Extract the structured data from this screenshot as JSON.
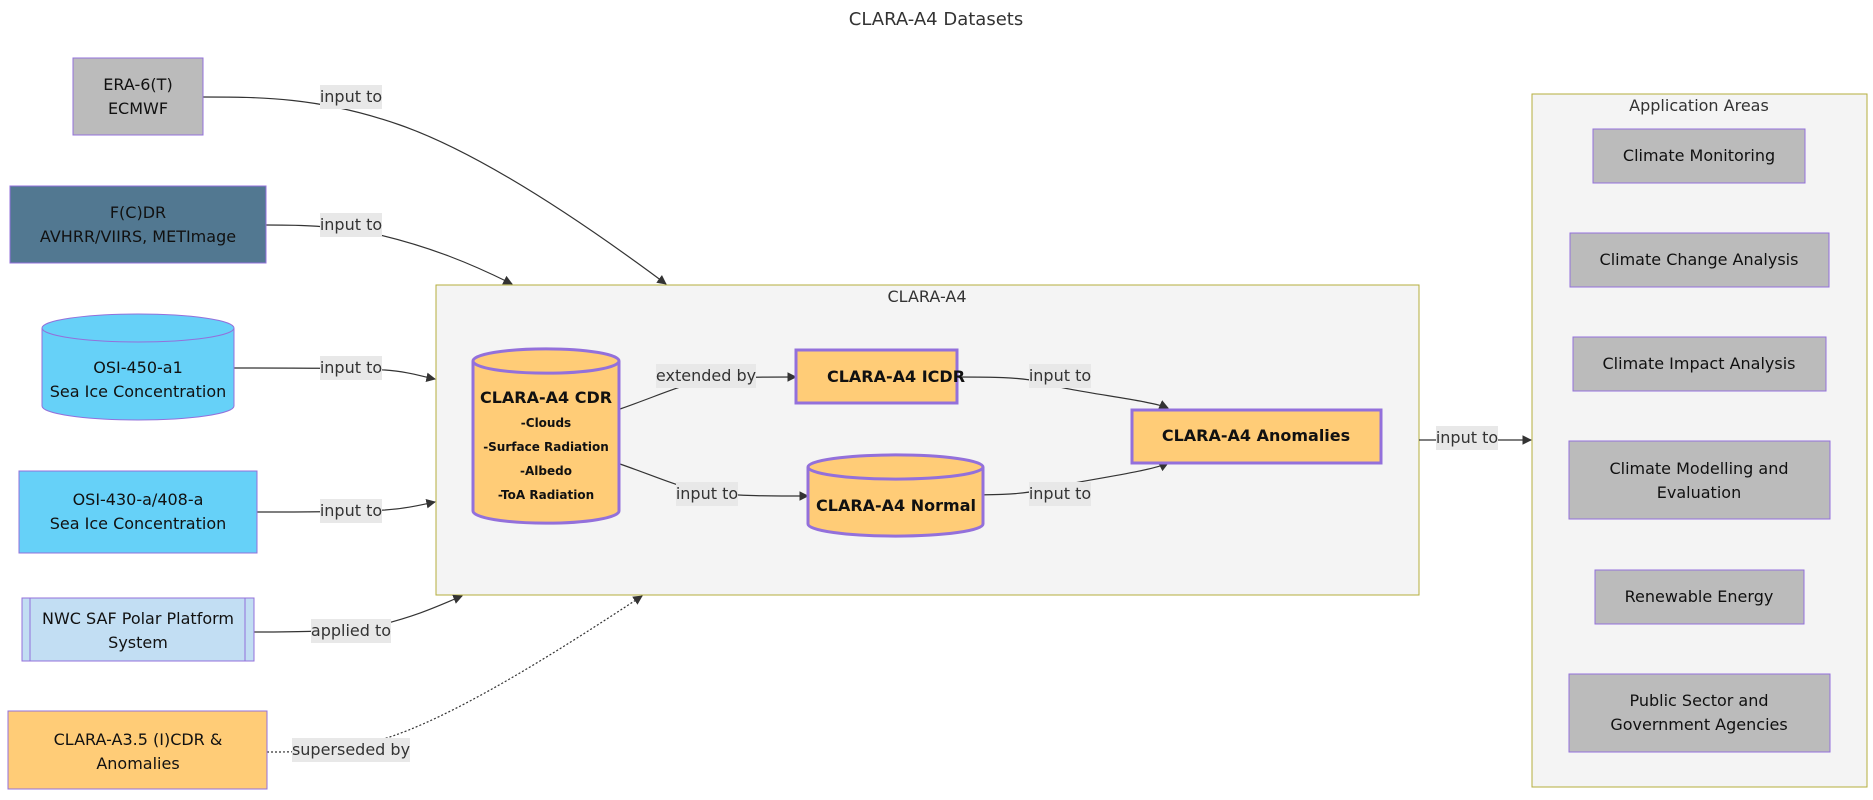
{
  "title": "CLARA-A4 Datasets",
  "clusters": {
    "clara_a4": {
      "label": "CLARA-A4"
    },
    "application_areas": {
      "label": "Application Areas"
    }
  },
  "inputs": {
    "era": {
      "lines": [
        "ERA-6(T)",
        "ECMWF"
      ],
      "fill": "#bbbbbb"
    },
    "fcdr": {
      "lines": [
        "F(C)DR",
        "AVHRR/VIIRS, METImage"
      ],
      "fill": "#527891"
    },
    "osi450": {
      "lines": [
        "OSI-450-a1",
        "Sea Ice Concentration"
      ],
      "fill": "#66d1f8"
    },
    "osi430": {
      "lines": [
        "OSI-430-a/408-a",
        "Sea Ice Concentration"
      ],
      "fill": "#66d1f8"
    },
    "nwc": {
      "lines": [
        "NWC SAF Polar Platform",
        "System"
      ],
      "fill": "#c2def3"
    },
    "clara_a35": {
      "lines": [
        "CLARA-A3.5 (I)CDR &",
        "Anomalies"
      ],
      "fill": "#ffcc77"
    }
  },
  "clara": {
    "cdr": {
      "title": "CLARA-A4 CDR",
      "items": [
        "-Clouds",
        "-Surface Radiation",
        "-Albedo",
        "-ToA Radiation"
      ]
    },
    "icdr": {
      "title": "CLARA-A4 ICDR"
    },
    "normal": {
      "title": "CLARA-A4 Normal"
    },
    "anomalies": {
      "title": "CLARA-A4 Anomalies"
    },
    "fill": "#ffcc77",
    "stroke": "#9370db"
  },
  "applications": [
    {
      "lines": [
        "Climate Monitoring"
      ]
    },
    {
      "lines": [
        "Climate Change Analysis"
      ]
    },
    {
      "lines": [
        "Climate Impact Analysis"
      ]
    },
    {
      "lines": [
        "Climate Modelling and",
        "Evaluation"
      ]
    },
    {
      "lines": [
        "Renewable Energy"
      ]
    },
    {
      "lines": [
        "Public Sector and",
        "Government Agencies"
      ]
    }
  ],
  "edges": {
    "era": "input to",
    "fcdr": "input to",
    "osi450": "input to",
    "osi430": "input to",
    "nwc": "applied to",
    "clara_a35": "superseded by",
    "cdr_icdr": "extended by",
    "cdr_normal": "input to",
    "icdr_anom": "input to",
    "normal_anom": "input to",
    "clara_apps": "input to"
  }
}
